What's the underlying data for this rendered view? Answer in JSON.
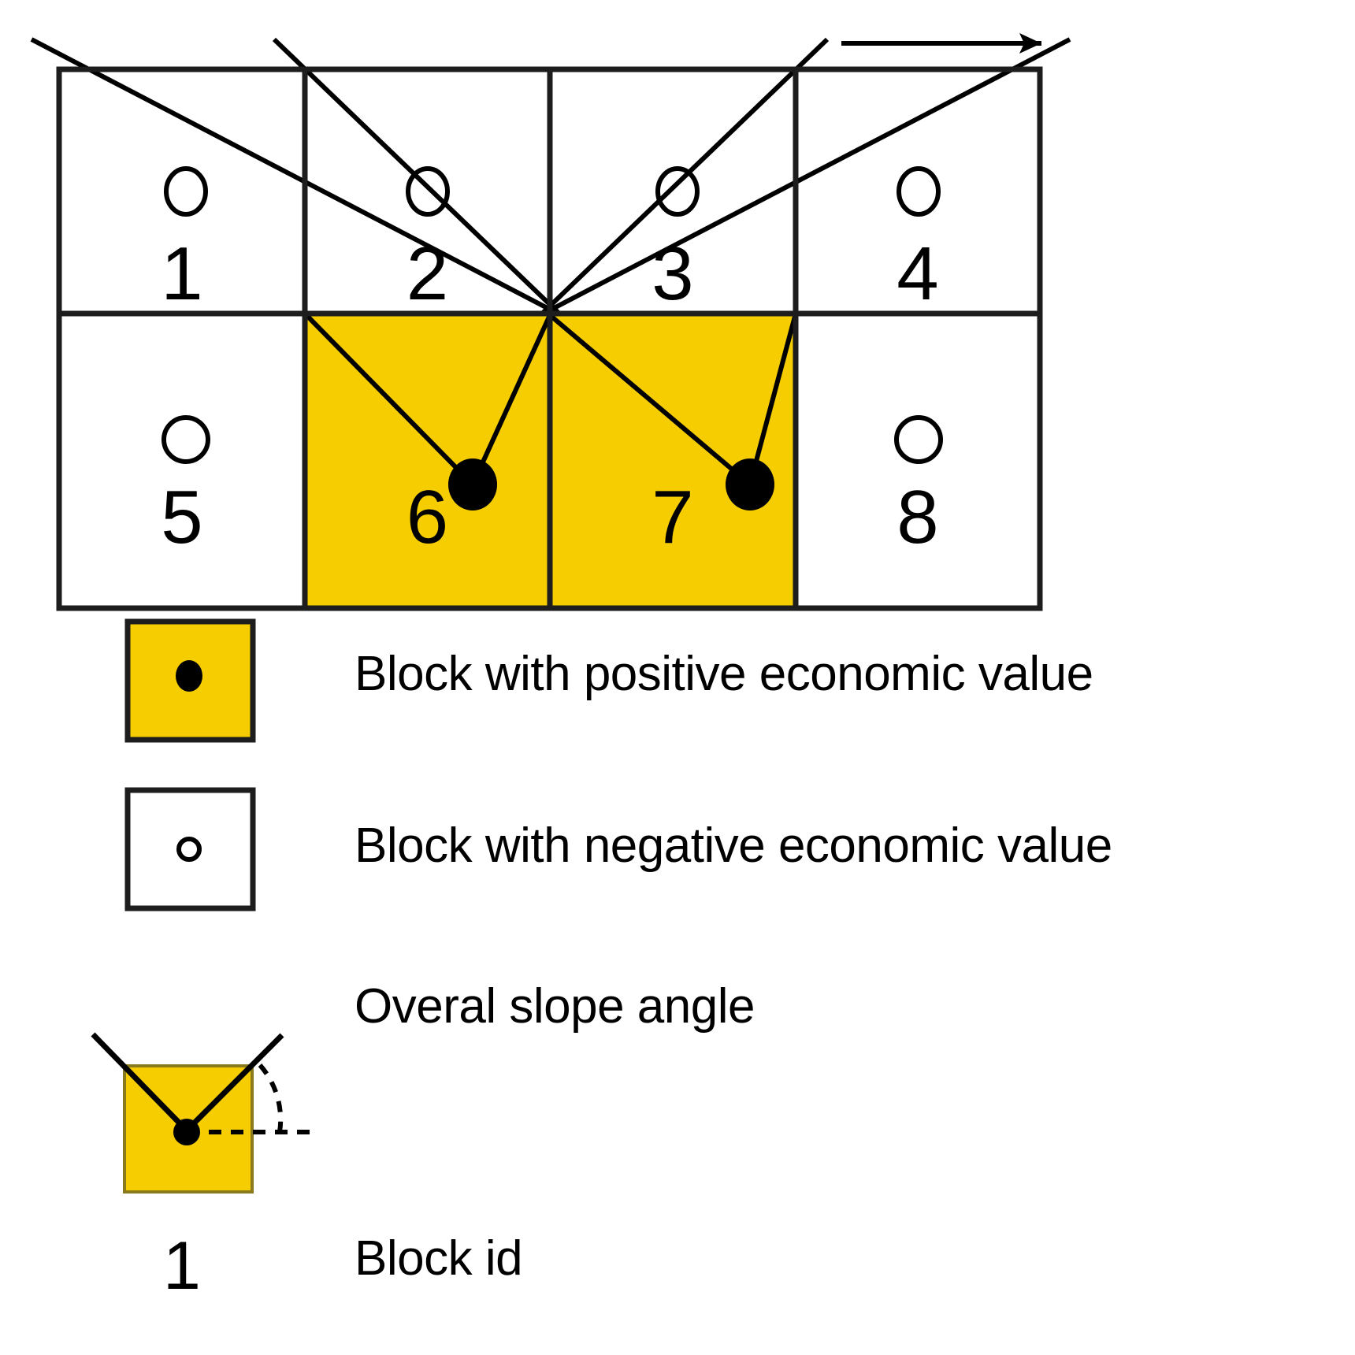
{
  "colors": {
    "positive_block_fill": "#F5CD00",
    "block_outline": "#2B2B2B",
    "line": "#000000",
    "background": "#FFFFFF"
  },
  "diagram": {
    "title": "",
    "grid": {
      "rows": 2,
      "cols": 4,
      "blocks": [
        {
          "id": "1",
          "row": 0,
          "col": 0,
          "value_sign": "negative",
          "fill": "white",
          "marker": "hollow-circle"
        },
        {
          "id": "2",
          "row": 0,
          "col": 1,
          "value_sign": "negative",
          "fill": "white",
          "marker": "hollow-circle"
        },
        {
          "id": "3",
          "row": 0,
          "col": 2,
          "value_sign": "negative",
          "fill": "white",
          "marker": "hollow-circle"
        },
        {
          "id": "4",
          "row": 0,
          "col": 3,
          "value_sign": "negative",
          "fill": "white",
          "marker": "hollow-circle"
        },
        {
          "id": "5",
          "row": 1,
          "col": 0,
          "value_sign": "negative",
          "fill": "white",
          "marker": "hollow-circle"
        },
        {
          "id": "6",
          "row": 1,
          "col": 1,
          "value_sign": "positive",
          "fill": "yellow",
          "marker": "filled-dot"
        },
        {
          "id": "7",
          "row": 1,
          "col": 2,
          "value_sign": "positive",
          "fill": "yellow",
          "marker": "filled-dot"
        },
        {
          "id": "8",
          "row": 1,
          "col": 3,
          "value_sign": "negative",
          "fill": "white",
          "marker": "hollow-circle"
        }
      ]
    },
    "arrow": {
      "name": "direction-arrow",
      "direction": "right"
    }
  },
  "legend": {
    "items": [
      {
        "key": "positive",
        "label": "Block with positive economic value",
        "swatch": "yellow-box-with-filled-dot"
      },
      {
        "key": "negative",
        "label": "Block with negative economic value",
        "swatch": "white-box-with-hollow-circle"
      },
      {
        "key": "slope",
        "label": "Overal slope angle",
        "swatch": "slope-angle-icon"
      },
      {
        "key": "blockid",
        "label": "Block id",
        "swatch": "1"
      }
    ],
    "block_id_sample": "1"
  }
}
